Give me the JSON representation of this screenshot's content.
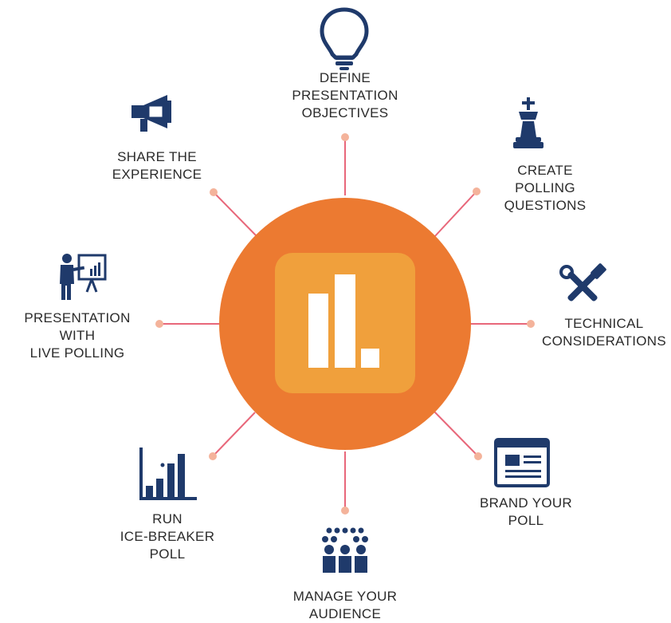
{
  "colors": {
    "circle_orange": "#EC7A31",
    "inner_square": "#F0A03C",
    "spoke_line": "#E8677A",
    "spoke_dot": "#F4B39B",
    "icon_navy": "#1F3A6B",
    "text": "#2B2B2B"
  },
  "center": {
    "icon": "bar-chart-icon"
  },
  "steps": [
    {
      "id": "define",
      "label": "DEFINE\nPRESENTATION\nOBJECTIVES",
      "icon": "lightbulb-icon"
    },
    {
      "id": "create",
      "label": "CREATE\nPOLLING\nQUESTIONS",
      "icon": "chess-king-icon"
    },
    {
      "id": "technical",
      "label": "TECHNICAL\nCONSIDERATIONS",
      "icon": "tools-icon"
    },
    {
      "id": "brand",
      "label": "BRAND YOUR\nPOLL",
      "icon": "browser-window-icon"
    },
    {
      "id": "manage",
      "label": "MANAGE YOUR\nAUDIENCE",
      "icon": "audience-icon"
    },
    {
      "id": "run",
      "label": "RUN\nICE-BREAKER\nPOLL",
      "icon": "poll-bars-icon"
    },
    {
      "id": "presentation",
      "label": "PRESENTATION\nWITH\nLIVE POLLING",
      "icon": "presenter-icon"
    },
    {
      "id": "share",
      "label": "SHARE THE\nEXPERIENCE",
      "icon": "megaphone-icon"
    }
  ]
}
